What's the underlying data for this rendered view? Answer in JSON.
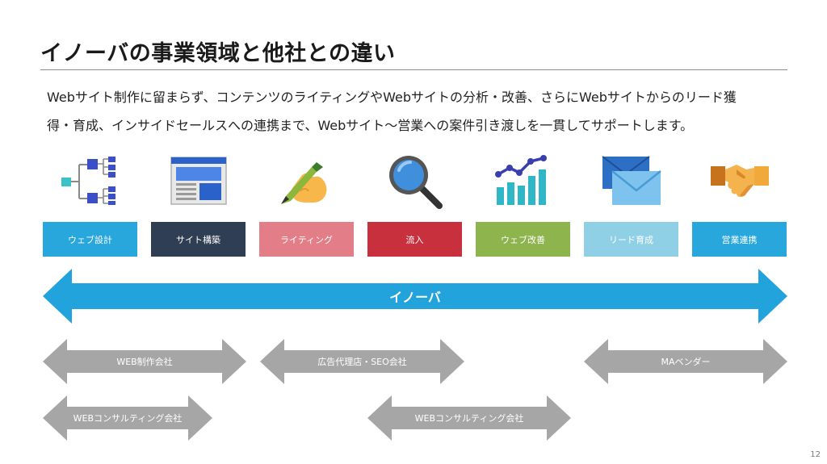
{
  "title": "イノーバの事業領域と他社との違い",
  "description": "Webサイト制作に留まらず、コンテンツのライティングやWebサイトの分析・改善、さらにWebサイトからのリード獲\n得・育成、インサイドセールスへの連携まで、Webサイト〜営業への案件引き渡しを一貫してサポートします。",
  "categories": [
    {
      "label": "ウェブ設計",
      "color": "#27a7dc",
      "icon": "sitemap-icon"
    },
    {
      "label": "サイト構築",
      "color": "#2f3e52",
      "icon": "website-icon"
    },
    {
      "label": "ライティング",
      "color": "#e37e88",
      "icon": "writing-hand-icon"
    },
    {
      "label": "流入",
      "color": "#c9303e",
      "icon": "magnifier-icon"
    },
    {
      "label": "ウェブ改善",
      "color": "#8db44d",
      "icon": "growth-chart-icon"
    },
    {
      "label": "リード育成",
      "color": "#8fd0e6",
      "icon": "envelope-icon"
    },
    {
      "label": "営業連携",
      "color": "#27a7dc",
      "icon": "handshake-icon"
    }
  ],
  "main_arrow": {
    "label": "イノーバ",
    "color": "#22a3dc"
  },
  "competitors": [
    {
      "label": "WEB制作会社"
    },
    {
      "label": "広告代理店・SEO会社"
    },
    {
      "label": "MAベンダー"
    },
    {
      "label": "WEBコンサルティング会社"
    },
    {
      "label": "WEBコンサルティング会社"
    }
  ],
  "competitor_color": "#a6a6a6",
  "page_number": "12"
}
